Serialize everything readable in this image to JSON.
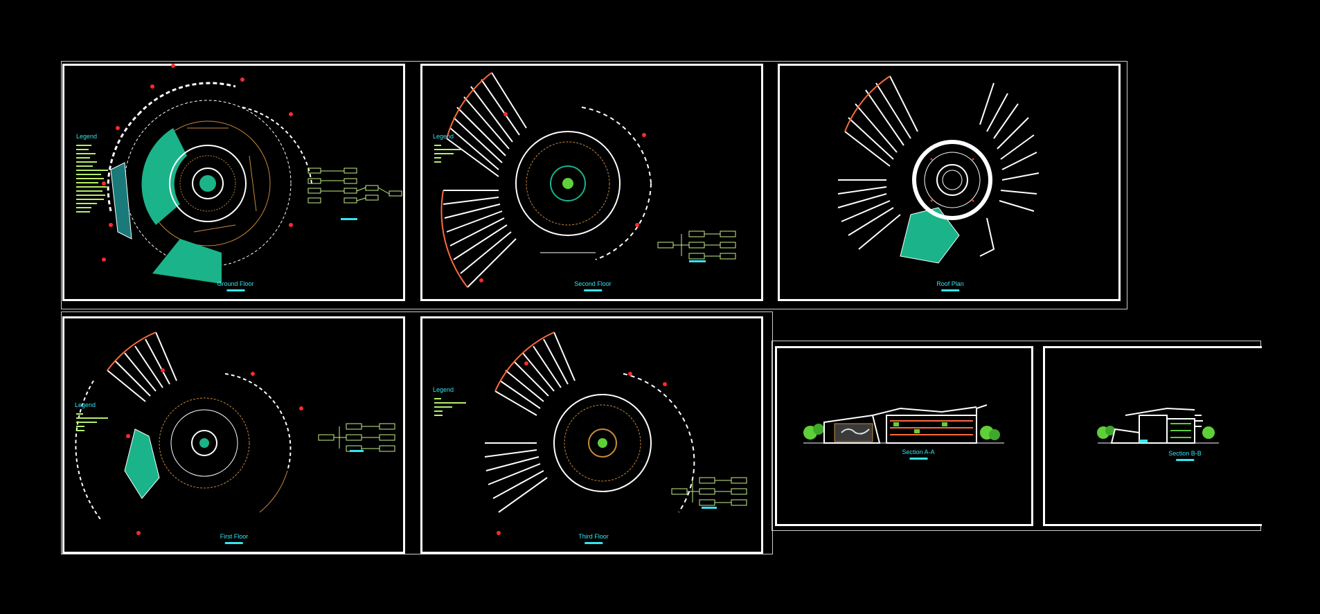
{
  "sheets": {
    "ground_floor": {
      "title": "Ground Floor",
      "legend_title": "Legend"
    },
    "second_floor": {
      "title": "Second Floor",
      "legend_title": "Legend"
    },
    "roof_plan": {
      "title": "Roof Plan"
    },
    "first_floor": {
      "title": "First Floor",
      "legend_title": "Legend"
    },
    "third_floor": {
      "title": "Third Floor",
      "legend_title": "Legend"
    },
    "section_aa": {
      "title": "Section A-A"
    },
    "section_bb": {
      "title": "Section B-B"
    }
  },
  "colors": {
    "background": "#000000",
    "frame": "#ffffff",
    "title_text": "#35e6f0",
    "legend_text": "#b6f06a",
    "fill_green": "#1bb38a",
    "accent_red": "#ff2a2a",
    "hatch_orange": "#c98a3a",
    "tree_green": "#5fcf3a"
  }
}
